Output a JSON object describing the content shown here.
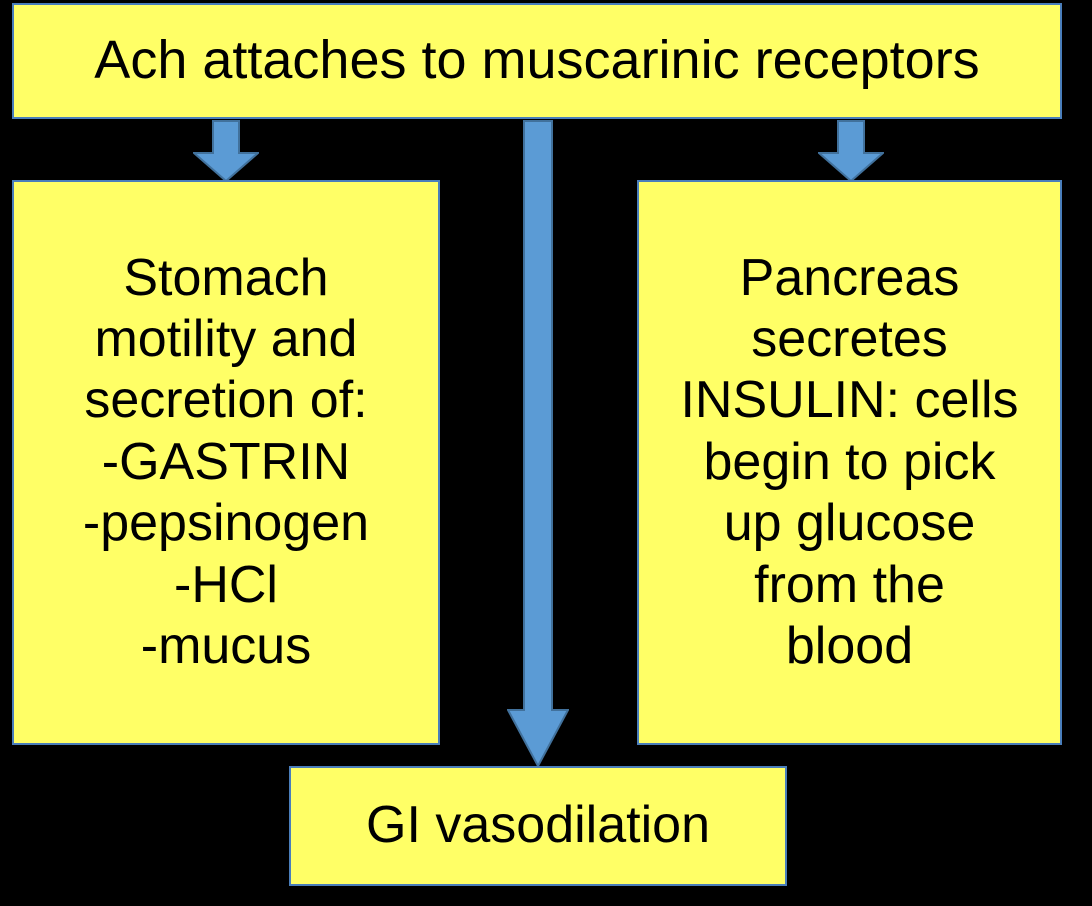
{
  "diagram": {
    "title": "Acetylcholine muscarinic receptor effects flowchart",
    "background_color": "#000000",
    "node_fill": "#FFFF66",
    "node_border": "#4A7EBB",
    "arrow_fill": "#5B9BD5",
    "arrow_border": "#41719C",
    "text_color": "#000000",
    "nodes": {
      "top": {
        "label": "Ach attaches to muscarinic receptors"
      },
      "left": {
        "label": "Stomach\nmotility and\nsecretion of:\n-GASTRIN\n-pepsinogen\n-HCl\n-mucus"
      },
      "right": {
        "label": "Pancreas\nsecretes\nINSULIN: cells\nbegin to pick\nup glucose\nfrom the\nblood"
      },
      "bottom": {
        "label": "GI vasodilation"
      }
    },
    "connectors": [
      {
        "name": "top-to-left",
        "from": "top",
        "to": "left",
        "direction": "down"
      },
      {
        "name": "top-to-bottom",
        "from": "top",
        "to": "bottom",
        "direction": "down"
      },
      {
        "name": "top-to-right",
        "from": "top",
        "to": "right",
        "direction": "down"
      }
    ]
  }
}
